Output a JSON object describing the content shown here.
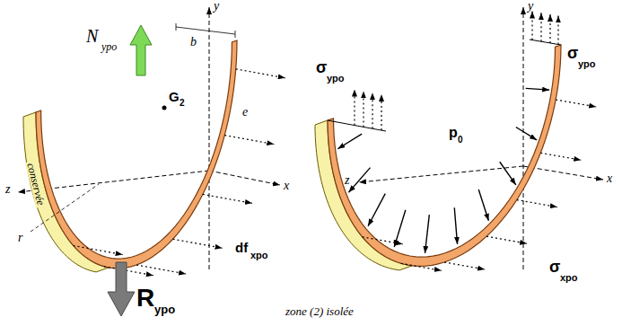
{
  "diagram": {
    "labels": [
      "y",
      "N",
      "ypo",
      "b",
      "G",
      "2",
      "e",
      "z",
      "conservée",
      "x",
      "r",
      "df",
      "xpo",
      "R",
      "ypo",
      "zone (2) isolée",
      "y",
      "σ",
      "ypo",
      "σ",
      "ypo",
      "z",
      "p",
      "0",
      "x",
      "σ",
      "xpo"
    ]
  }
}
